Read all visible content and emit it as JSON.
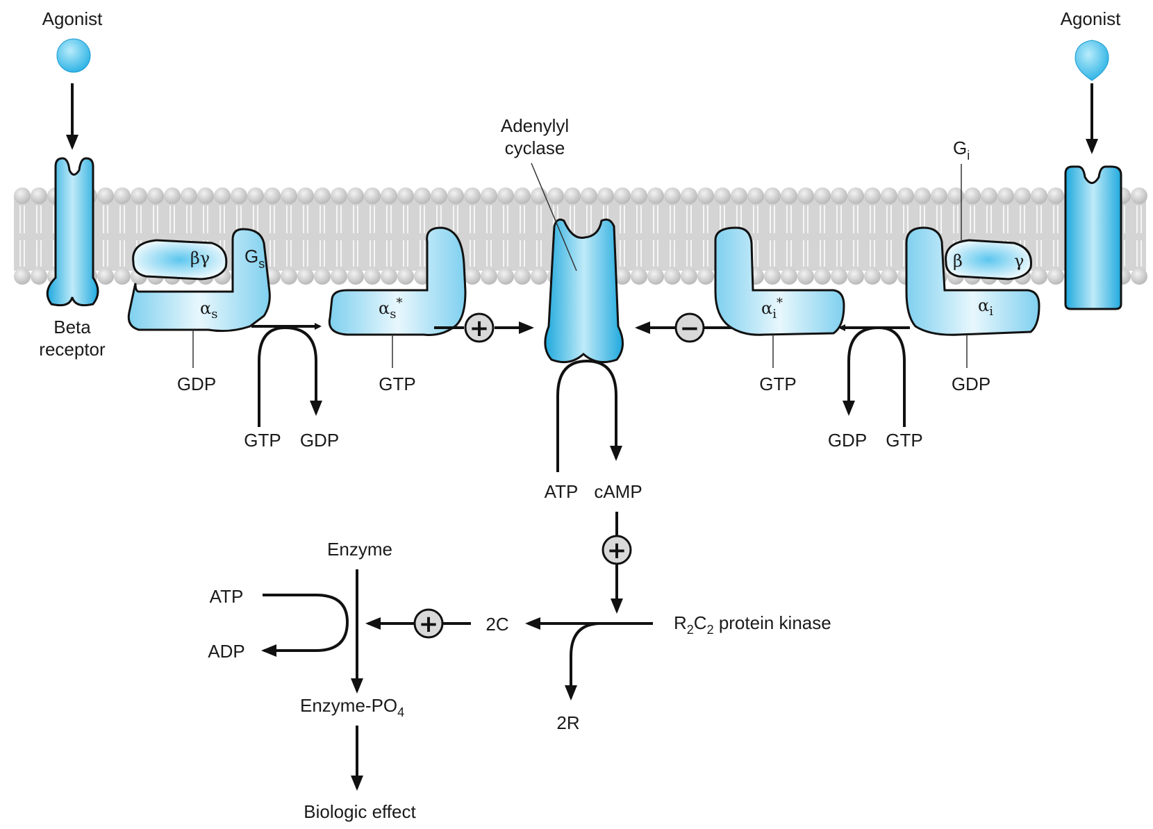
{
  "labels": {
    "agonist_left": "Agonist",
    "agonist_right": "Agonist",
    "beta_receptor_1": "Beta",
    "beta_receptor_2": "receptor",
    "adenylyl_1": "Adenylyl",
    "adenylyl_2": "cyclase",
    "gs_main": "G",
    "gs_sub": "s",
    "gi_main": "G",
    "gi_sub": "i",
    "beta_gamma": "βγ",
    "beta": "β",
    "gamma": "γ",
    "alpha": "α",
    "alpha_s_sub": "s",
    "alpha_s_star_sub": "s",
    "alpha_i_sub": "i",
    "alpha_i_star_sub": "i",
    "star": "*",
    "gdp_left": "GDP",
    "gtp_left_mid": "GTP",
    "gtp_left_low": "GTP",
    "gdp_left_low": "GDP",
    "gtp_right_mid": "GTP",
    "gdp_right": "GDP",
    "gdp_right_low": "GDP",
    "gtp_right_low": "GTP",
    "atp_center": "ATP",
    "camp": "cAMP",
    "enzyme": "Enzyme",
    "atp_left": "ATP",
    "adp": "ADP",
    "two_c": "2C",
    "r2c2_r": "R",
    "r2c2_2a": "2",
    "r2c2_c": "C",
    "r2c2_2b": "2",
    "r2c2_rest": " protein kinase",
    "two_r": "2R",
    "enzyme_po4_main": "Enzyme-PO",
    "enzyme_po4_sub": "4",
    "biologic_effect": "Biologic effect",
    "plus": "+",
    "minus": "−"
  },
  "colors": {
    "protein_light": "#dff3fb",
    "protein_mid": "#9fdcf3",
    "protein_dark": "#29b6e8",
    "membrane_bead": "#c8c8c8",
    "sign_fill": "#d9d9d9"
  }
}
